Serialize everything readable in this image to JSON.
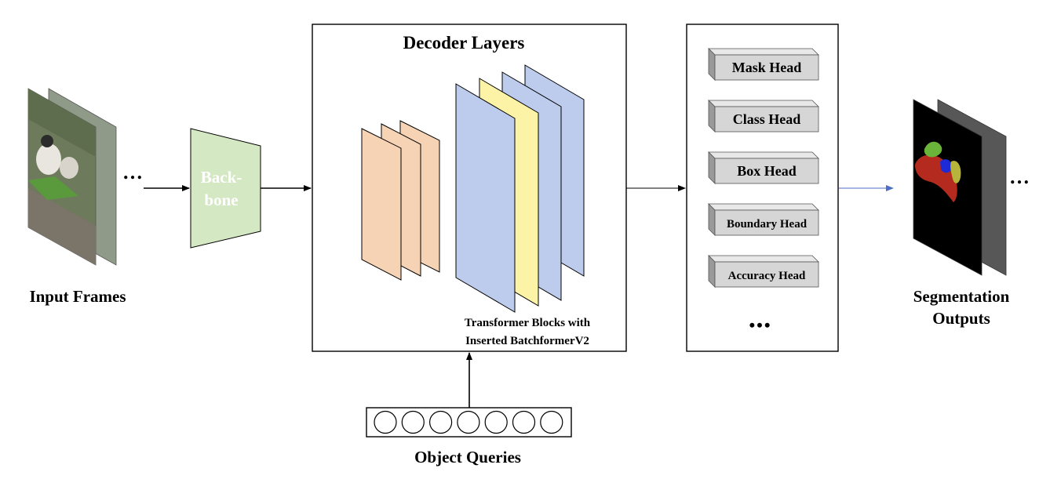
{
  "input_frames": {
    "label": "Input Frames",
    "ellipsis": "…"
  },
  "backbone": {
    "line1": "Back-",
    "line2": "bone"
  },
  "decoder": {
    "title": "Decoder Layers",
    "caption_line1": "Transformer Blocks with",
    "caption_line2": "Inserted BatchformerV2"
  },
  "heads": [
    "Mask Head",
    "Class Head",
    "Box Head",
    "Boundary Head",
    "Accuracy Head"
  ],
  "heads_more": "•••",
  "object_queries": {
    "label": "Object Queries",
    "count": 7
  },
  "outputs": {
    "line1": "Segmentation",
    "line2": "Outputs",
    "ellipsis": "…"
  },
  "colors": {
    "backbone": "#d5e8c4",
    "peach": "#f7d3b5",
    "blue": "#bdcbec",
    "yellow": "#fdf3a7",
    "head_face": "#d6d6d6",
    "output_arrow": "#4b6fc4"
  }
}
